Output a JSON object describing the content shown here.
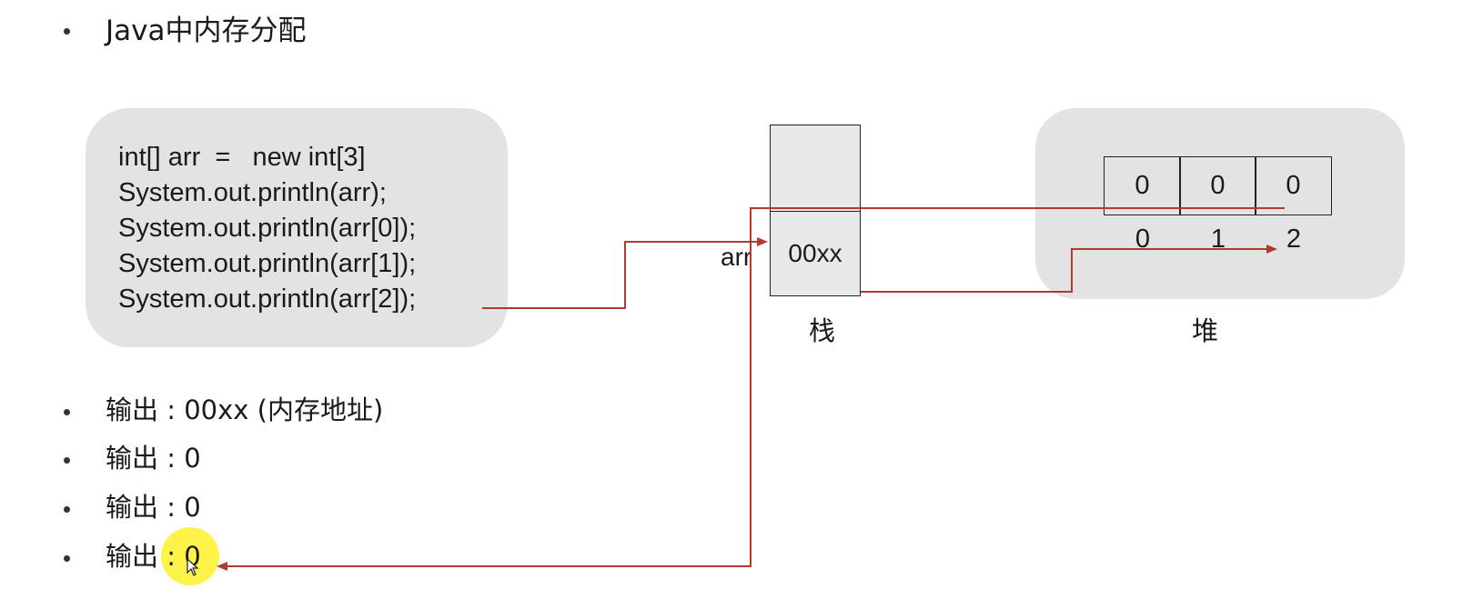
{
  "title": "Java中内存分配",
  "code_lines": [
    "int[] arr  =   new int[3]",
    "System.out.println(arr);",
    "System.out.println(arr[0]);",
    "System.out.println(arr[1]);",
    "System.out.println(arr[2]);"
  ],
  "stack": {
    "label": "栈",
    "var_name": "arr",
    "value": "00xx"
  },
  "heap": {
    "label": "堆",
    "cells": [
      "0",
      "0",
      "0"
    ],
    "indices": [
      "0",
      "1",
      "2"
    ]
  },
  "outputs": [
    "输出 : 00xx (内存地址)",
    "输出 : 0",
    "输出 : 0",
    "输出 : 0"
  ],
  "colors": {
    "arrow": "#b03a2e",
    "box_background": "#e3e3e3",
    "highlight": "#fff34a"
  },
  "icons": {
    "cursor": "mouse-pointer-icon"
  }
}
